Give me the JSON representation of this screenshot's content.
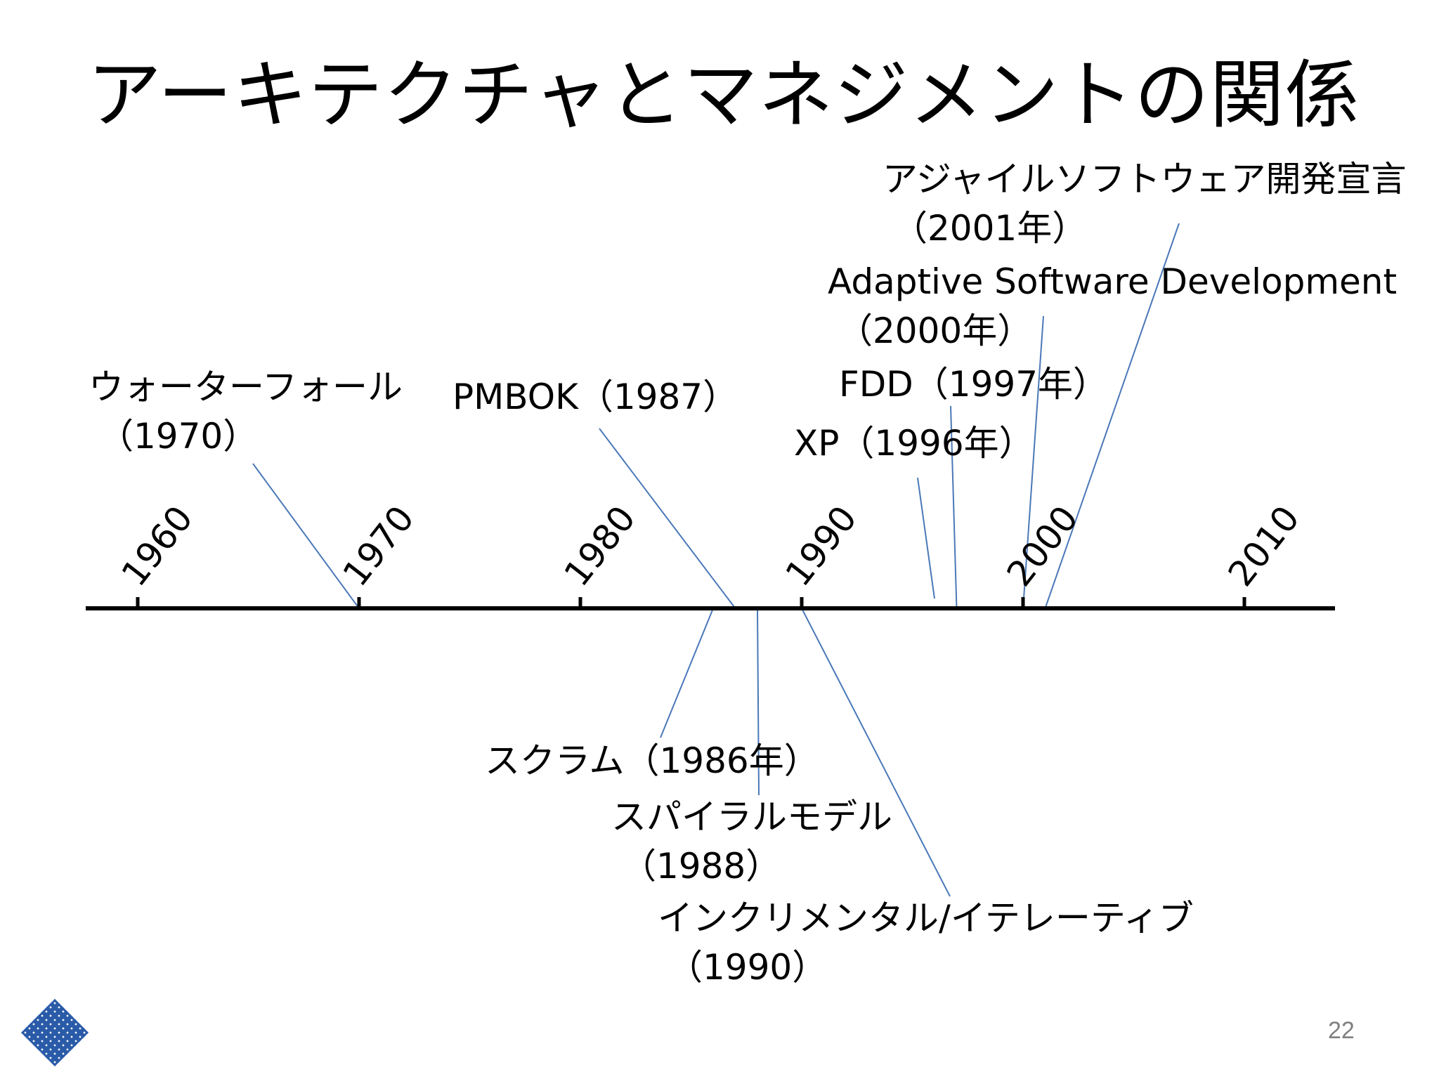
{
  "slide": {
    "title": "アーキテクチャとマネジメントの関係",
    "page_number": "22"
  },
  "timeline": {
    "ticks": [
      "1960",
      "1970",
      "1980",
      "1990",
      "2000",
      "2010"
    ],
    "axis_color": "#000000",
    "leader_color": "#4a78b8"
  },
  "events_above": [
    {
      "line1": "ウォーターフォール",
      "line2": "（1970）",
      "year": 1970
    },
    {
      "line1": "PMBOK（1987）",
      "line2": "",
      "year": 1987
    },
    {
      "line1": "XP（1996年）",
      "line2": "",
      "year": 1996
    },
    {
      "line1": "FDD（1997年）",
      "line2": "",
      "year": 1997
    },
    {
      "line1": "Adaptive Software Development",
      "line2": "（2000年）",
      "year": 2000
    },
    {
      "line1": "アジャイルソフトウェア開発宣言",
      "line2": "（2001年）",
      "year": 2001
    }
  ],
  "events_below": [
    {
      "line1": "スクラム（1986年）",
      "line2": "",
      "year": 1986
    },
    {
      "line1": "スパイラルモデル",
      "line2": "（1988）",
      "year": 1988
    },
    {
      "line1": "インクリメンタル/イテレーティブ",
      "line2": "（1990）",
      "year": 1990
    }
  ],
  "logo": {
    "icon": "company-logo-icon",
    "color": "#2a5ba8"
  }
}
